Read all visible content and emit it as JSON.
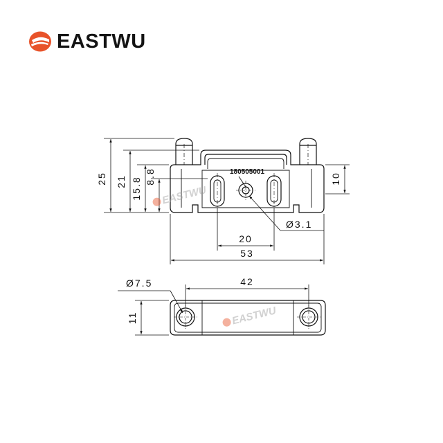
{
  "brand": {
    "name": "EASTWU",
    "logo_color": "#e8532a",
    "text_color": "#141414"
  },
  "watermark": {
    "text": "EASTWU"
  },
  "top_view": {
    "part_number": "180505001",
    "dims": {
      "height_total": "25",
      "height_inner": "21",
      "height_slot": "15.8",
      "height_small": "8.8",
      "height_right": "10",
      "hole_dia": "Ø3.1",
      "slot_spacing": "20",
      "width_total": "53"
    }
  },
  "bottom_view": {
    "dims": {
      "hole_dia": "Ø7.5",
      "hole_spacing": "42",
      "height": "11"
    }
  }
}
